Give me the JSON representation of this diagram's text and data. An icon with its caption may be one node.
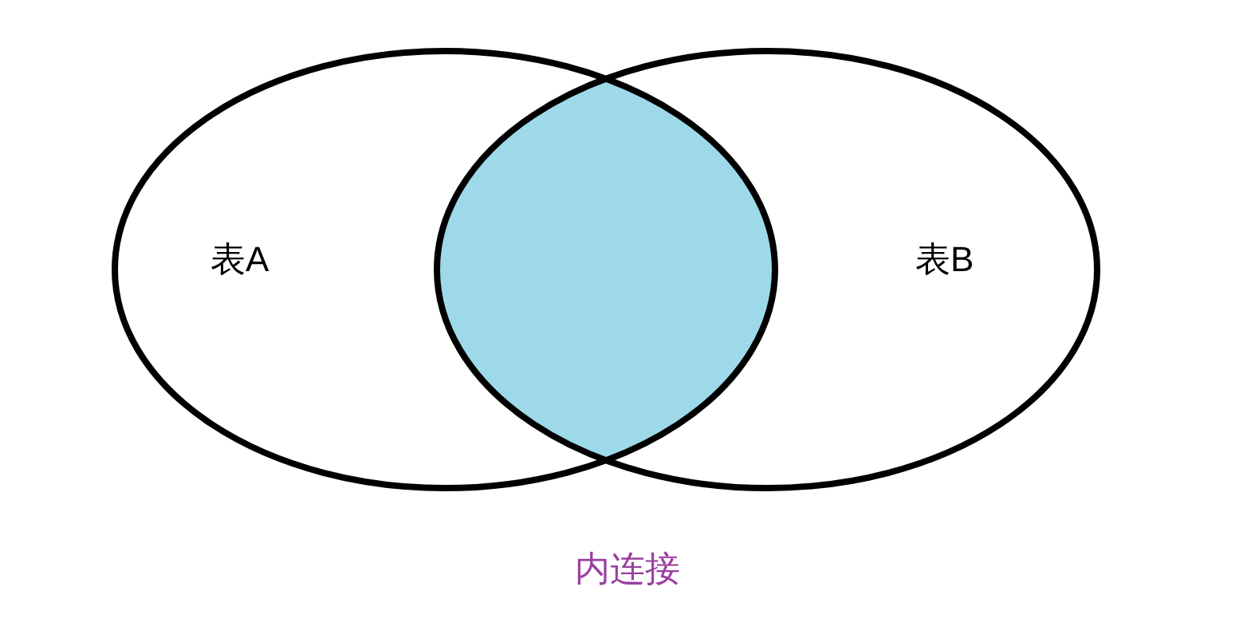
{
  "diagram": {
    "caption": "内连接",
    "nodes": [
      {
        "text": [
          "表A"
        ]
      },
      {
        "text": [
          "表B"
        ]
      },
      {
        "text": [],
        "shape": "lens"
      }
    ]
  }
}
